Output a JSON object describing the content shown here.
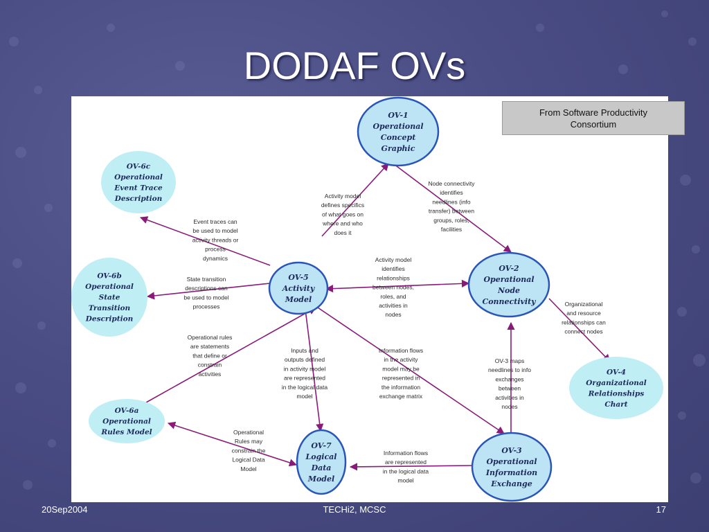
{
  "slide": {
    "title": "DODAF OVs",
    "source_line1": "From Software Productivity",
    "source_line2": "Consortium",
    "footer_date": "20Sep2004",
    "footer_center": "TECHi2,  MCSC",
    "footer_page": "17"
  },
  "colors": {
    "node_fill": "#bfeef5",
    "node_fill_blue": "#bde4f4",
    "node_stroke_blue": "#2a55b8",
    "arrow": "#8a1a7a",
    "background": "#4a4d84"
  },
  "diagram": {
    "nodes": [
      {
        "id": "ov1",
        "lines": [
          "OV-1",
          "Operational",
          "Concept",
          "Graphic"
        ]
      },
      {
        "id": "ov6c",
        "lines": [
          "OV-6c",
          "Operational",
          "Event Trace",
          "Description"
        ]
      },
      {
        "id": "ov6b",
        "lines": [
          "OV-6b",
          "Operational",
          "State",
          "Transition",
          "Description"
        ]
      },
      {
        "id": "ov5",
        "lines": [
          "OV-5",
          "Activity",
          "Model"
        ]
      },
      {
        "id": "ov2",
        "lines": [
          "OV-2",
          "Operational",
          "Node",
          "Connectivity"
        ]
      },
      {
        "id": "ov4",
        "lines": [
          "OV-4",
          "Organizational",
          "Relationships",
          "Chart"
        ]
      },
      {
        "id": "ov6a",
        "lines": [
          "OV-6a",
          "Operational",
          "Rules Model"
        ]
      },
      {
        "id": "ov7",
        "lines": [
          "OV-7",
          "Logical",
          "Data",
          "Model"
        ]
      },
      {
        "id": "ov3",
        "lines": [
          "OV-3",
          "Operational",
          "Information",
          "Exchange"
        ]
      }
    ],
    "notes": [
      {
        "id": "n1",
        "lines": [
          "Activity model",
          "defines specifics",
          "of what goes on",
          "where and who",
          "does it"
        ]
      },
      {
        "id": "n2",
        "lines": [
          "Node connectivity",
          "identifies",
          "needlines (info",
          "transfer) between",
          "groups, roles,",
          "facilities"
        ]
      },
      {
        "id": "n3",
        "lines": [
          "Event traces can",
          "be used to model",
          "activity threads or",
          "process",
          "dynamics"
        ]
      },
      {
        "id": "n4",
        "lines": [
          "State transition",
          "descriptions can",
          "be used to model",
          "processes"
        ]
      },
      {
        "id": "n5",
        "lines": [
          "Activity model",
          "identifies",
          "relationships",
          "between nodes,",
          "roles, and",
          "activities in",
          "nodes"
        ]
      },
      {
        "id": "n6",
        "lines": [
          "Organizational",
          "and resource",
          "relationships can",
          "connect nodes"
        ]
      },
      {
        "id": "n7",
        "lines": [
          "Operational rules",
          "are statements",
          "that define or",
          "constrain",
          "activities"
        ]
      },
      {
        "id": "n8",
        "lines": [
          "Inputs and",
          "outputs defined",
          "in activity model",
          "are represented",
          "in the logical data",
          "model"
        ]
      },
      {
        "id": "n9",
        "lines": [
          "Information flows",
          "in the activity",
          "model may be",
          "represented in",
          "the information",
          "exchange matrix"
        ]
      },
      {
        "id": "n10",
        "lines": [
          "OV-3 maps",
          "needlines to info",
          "exchanges",
          "between",
          "activities in",
          "nodes"
        ]
      },
      {
        "id": "n11",
        "lines": [
          "Operational",
          "Rules may",
          "constrain the",
          "Logical Data",
          "Model"
        ]
      },
      {
        "id": "n12",
        "lines": [
          "Information flows",
          "are represented",
          "in the logical data",
          "model"
        ]
      }
    ]
  }
}
